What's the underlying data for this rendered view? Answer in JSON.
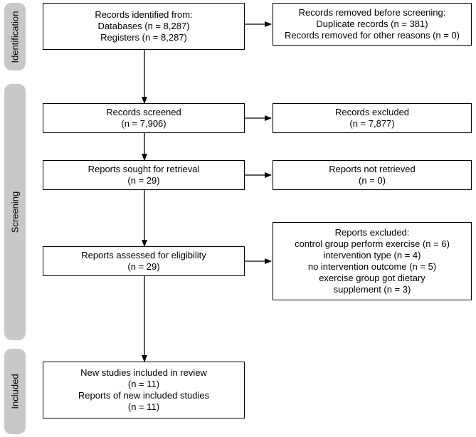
{
  "phases": {
    "identification": "Identification",
    "screening": "Screening",
    "included": "Included"
  },
  "boxes": {
    "identified": [
      "Records identified from:",
      "Databases (n = 8,287)",
      "Registers (n = 8,287)"
    ],
    "removed": [
      "Records removed before screening:",
      "Duplicate records (n = 381)",
      "Records removed for other reasons (n = 0)"
    ],
    "screened": [
      "Records screened",
      "(n = 7,906)"
    ],
    "excluded": [
      "Records excluded",
      "(n = 7,877)"
    ],
    "sought": [
      "Reports sought for retrieval",
      "(n = 29)"
    ],
    "not_retrieved": [
      "Reports not retrieved",
      "(n = 0)"
    ],
    "assessed": [
      "Reports assessed for eligibility",
      "(n = 29)"
    ],
    "reports_excluded": [
      "Reports excluded:",
      "control group perform exercise (n = 6)",
      "intervention type (n = 4)",
      "no intervention outcome (n = 5)",
      "exercise group got dietary",
      "supplement (n = 3)"
    ],
    "included": [
      "New studies included in review",
      "(n = 11)",
      "Reports of new included studies",
      "(n = 11)"
    ]
  }
}
